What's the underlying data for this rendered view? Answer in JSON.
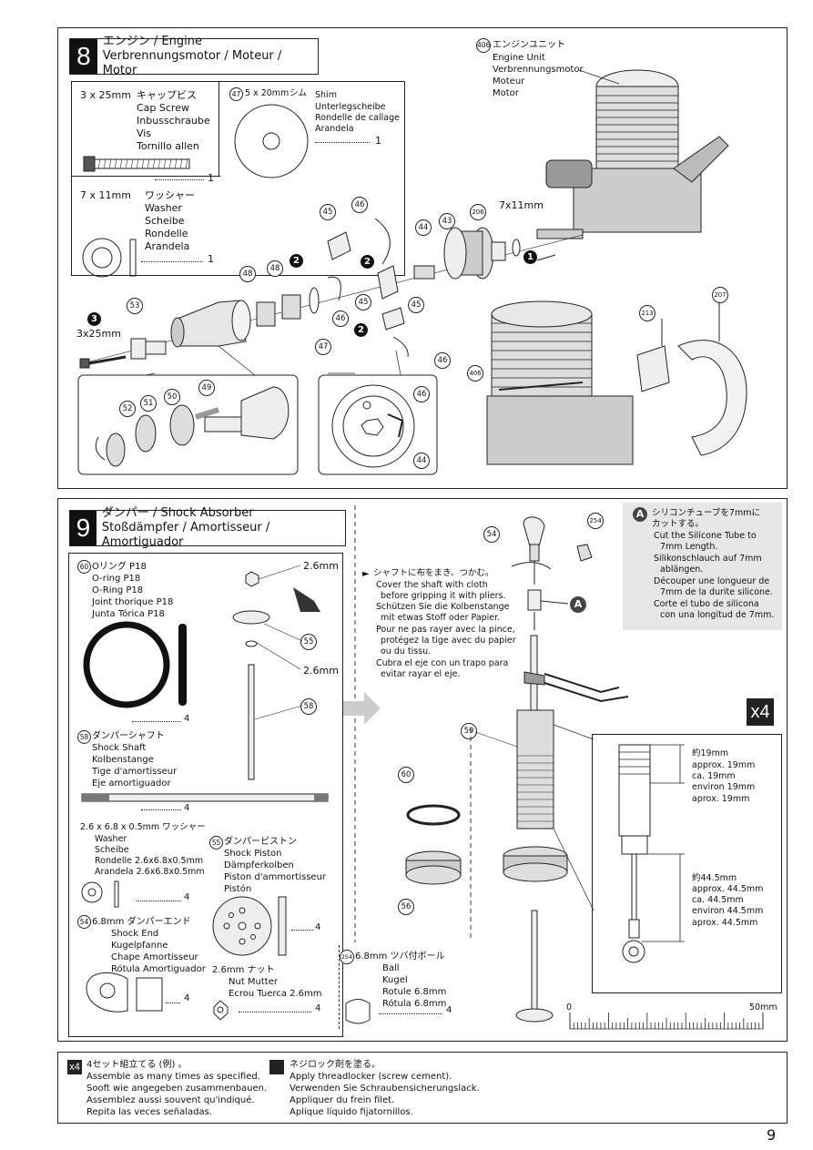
{
  "page_number": "9",
  "step8": {
    "number": "8",
    "title_jp": "エンジン / Engine",
    "title_multi": "Verbrennungsmotor / Moteur / Motor",
    "part_406_label": {
      "num": "406",
      "lines": [
        "エンジンユニット",
        "Engine Unit",
        "Verbrennungsmotor",
        "Moteur",
        "Motor"
      ]
    },
    "parts_box": {
      "cap_screw": {
        "size": "3 x 25mm",
        "lines": [
          "キャップビス",
          "Cap Screw",
          "Inbusschraube",
          "Vis",
          "Tornillo allen"
        ],
        "qty": "1"
      },
      "shim": {
        "num": "47",
        "size": "5 x 20mm",
        "jp": "シム",
        "lines": [
          "Shim",
          "Unterlegscheibe",
          "Rondelle de callage",
          "Arandela"
        ],
        "qty": "1"
      },
      "washer": {
        "size": "7 x 11mm",
        "lines": [
          "ワッシャー",
          "Washer",
          "Scheibe",
          "Rondelle",
          "Arandela"
        ],
        "qty": "1"
      }
    },
    "callouts": [
      "45",
      "46",
      "44",
      "43",
      "206",
      "48",
      "48",
      "53",
      "47",
      "46",
      "45",
      "46",
      "213",
      "207",
      "406",
      "49",
      "52",
      "51",
      "50",
      "46",
      "44"
    ],
    "step_markers": [
      "1",
      "2",
      "2",
      "2",
      "3"
    ],
    "label_7x11": "7x11mm",
    "label_3x25": "3x25mm"
  },
  "step9": {
    "number": "9",
    "title_jp": "ダンパー / Shock Absorber",
    "title_multi": "Stoßdämpfer / Amortisseur / Amortiguador",
    "oring": {
      "num": "60",
      "lines": [
        "Oリング P18",
        "O-ring P18",
        "O-Ring P18",
        "Joint thorique P18",
        "Junta Tórica P18"
      ],
      "qty": "4"
    },
    "shock_shaft": {
      "num": "58",
      "lines": [
        "ダンパーシャフト",
        "Shock Shaft",
        "Kolbenstange",
        "Tige d'amortisseur",
        "Eje amortiguador"
      ],
      "qty": "4"
    },
    "washer": {
      "lines": [
        "2.6 x 6.8 x 0.5mm ワッシャー",
        "Washer",
        "Scheibe",
        "Rondelle 2.6x6.8x0.5mm",
        "Arandela 2.6x6.8x0.5mm"
      ],
      "qty": "4"
    },
    "piston": {
      "num": "55",
      "lines": [
        "ダンパーピストン",
        "Shock Piston",
        "Dämpferkolben",
        "Piston d'ammortisseur",
        "Pistón"
      ],
      "qty": "4"
    },
    "shock_end": {
      "num": "54",
      "lines": [
        "6.8mm  ダンパーエンド",
        "Shock End",
        "Kugelpfanne",
        "Chape Amortisseur",
        "Rótula Amortiguador"
      ],
      "qty": "4"
    },
    "nut": {
      "lines": [
        "2.6mm  ナット",
        "Nut     Mutter",
        "Ecrou     Tuerca 2.6mm"
      ],
      "qty": "4"
    },
    "ball": {
      "num": "254",
      "lines": [
        "6.8mm  ツバ付ボール",
        "Ball",
        "Kugel",
        "Rotule 6.8mm",
        "Rótula 6.8mm"
      ],
      "qty": "4"
    },
    "dim_top": "2.6mm",
    "dim_mid": "2.6mm",
    "cloth_note": [
      "シャフトに布をまき、つかむ。",
      "Cover the shaft with cloth",
      "before gripping it with pliers.",
      "Schützen Sie die Kolbenstange",
      "mit etwas Stoff oder Papier.",
      "Pour ne pas rayer avec la pince,",
      "protégez la tige avec du papier",
      "ou du tissu.",
      "Cubra el eje con un trapo para",
      "evitar rayar el eje."
    ],
    "note_a": {
      "mark": "A",
      "lines": [
        "シリコンチューブを7mmに",
        "カットする。",
        "Cut the Silicone Tube to",
        "7mm Length.",
        "Silikonschlauch auf 7mm",
        "ablängen.",
        "Découper une longueur de",
        "7mm de la durite silicone.",
        "Corte el tubo de silicona",
        "con una longitud de 7mm."
      ]
    },
    "x4": "x4",
    "dim19": [
      "約19mm",
      "approx. 19mm",
      "ca. 19mm",
      "environ 19mm",
      "aprox. 19mm"
    ],
    "dim445": [
      "約44.5mm",
      "approx. 44.5mm",
      "ca. 44.5mm",
      "environ 44.5mm",
      "aprox. 44.5mm"
    ],
    "ruler": {
      "start": "0",
      "end": "50mm"
    },
    "callouts": [
      "54",
      "254",
      "55",
      "58",
      "59",
      "60",
      "56"
    ]
  },
  "legend": {
    "x4_mark": "x4",
    "x4_lines": [
      "4セット組立てる (例) 。",
      "Assemble as many times as specified.",
      "Sooft wie angegeben zusammenbauen.",
      "Assemblez aussi souvent qu'indiqué.",
      "Repita las veces señaladas."
    ],
    "lock_lines": [
      "ネジロック剤を塗る。",
      "Apply threadlocker (screw cement).",
      "Verwenden Sie Schraubensicherungslack.",
      "Appliquer du frein filet.",
      "Aplique líquido fijatornillos."
    ]
  }
}
